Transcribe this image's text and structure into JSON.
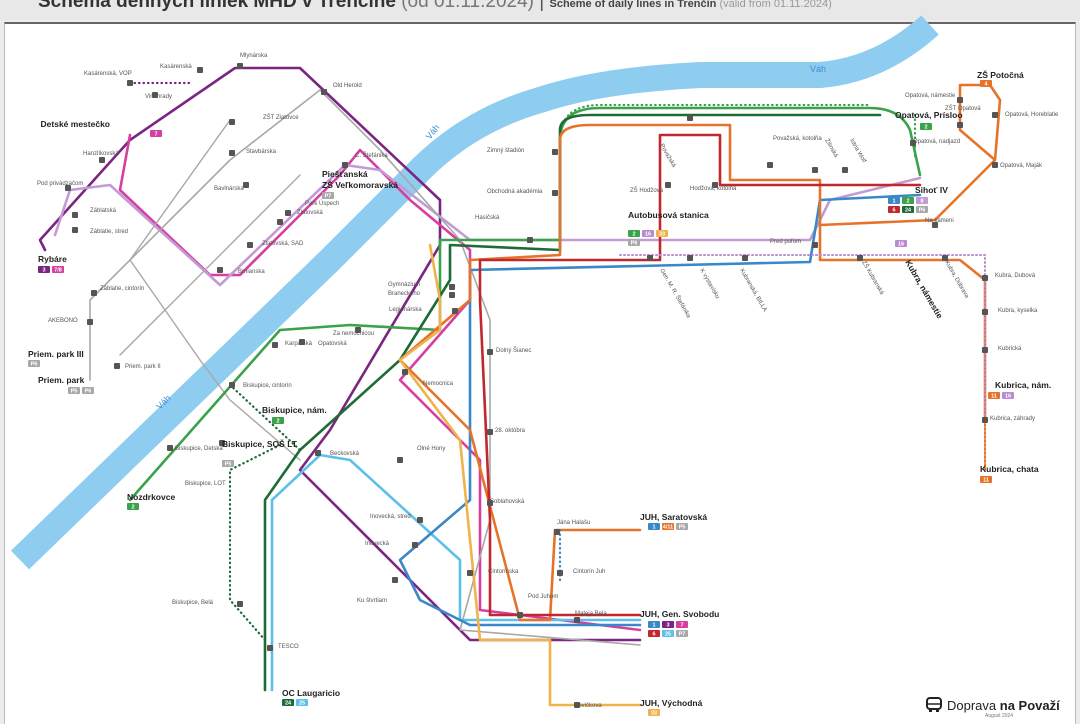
{
  "header": {
    "title_sk": "Schéma denných liniek MHD v Trenčíne",
    "valid_sk": "(od 01.11.2024)",
    "separator": "|",
    "title_en": "Scheme of daily lines in Trenčín",
    "valid_en": "(valid from 01.11.2024)"
  },
  "river": {
    "name": "Váh",
    "color": "#8ecdf0"
  },
  "line_colors": {
    "1": "#3a88c8",
    "2": "#3aa24a",
    "3": "#7a2680",
    "4": "#e5742a",
    "6": "#c0282d",
    "7": "#d63fa0",
    "8": "#c49ad6",
    "11": "#e5742a",
    "16": "#b98bd0",
    "24": "#1f6b37",
    "25": "#5cc0ea",
    "33": "#f0b24a",
    "P": "#a8a8a8"
  },
  "stations_major": [
    {
      "name": "Detské mestečko",
      "lines": [
        "7"
      ]
    },
    {
      "name": "Rybáre",
      "lines": [
        "3",
        "7/8"
      ]
    },
    {
      "name": "Piešťanská",
      "lines": []
    },
    {
      "name": "ZŠ Veľkomoravská",
      "lines": [
        "P7"
      ]
    },
    {
      "name": "Priem. park III",
      "lines": [
        "P6"
      ]
    },
    {
      "name": "Priem. park",
      "lines": [
        "P5",
        "P6"
      ]
    },
    {
      "name": "Biskupice, nám.",
      "lines": [
        "2"
      ]
    },
    {
      "name": "Biskupice, SOŠ LT",
      "lines": [
        "P5"
      ]
    },
    {
      "name": "Nozdrkovce",
      "lines": [
        "2"
      ]
    },
    {
      "name": "OC Laugaricio",
      "lines": [
        "24",
        "25"
      ]
    },
    {
      "name": "Autobusová stanica",
      "lines": [
        "2",
        "16",
        "33",
        "P6"
      ]
    },
    {
      "name": "Sihoť IV",
      "lines": [
        "1",
        "2",
        "8",
        "6",
        "24",
        "P6"
      ]
    },
    {
      "name": "ZŠ Potočná",
      "lines": [
        "4"
      ]
    },
    {
      "name": "Opatová, Prísloo",
      "lines": [
        "2"
      ]
    },
    {
      "name": "Kubra, námestie",
      "lines": [
        "16"
      ]
    },
    {
      "name": "Kubrica, nám.",
      "lines": [
        "11",
        "16"
      ]
    },
    {
      "name": "Kubrica, chata",
      "lines": [
        "11"
      ]
    },
    {
      "name": "JUH, Saratovská",
      "lines": [
        "1",
        "4/11",
        "P5"
      ]
    },
    {
      "name": "JUH, Gen. Svobodu",
      "lines": [
        "1",
        "3",
        "7",
        "6",
        "25",
        "P7"
      ]
    },
    {
      "name": "JUH, Východná",
      "lines": [
        "33"
      ]
    }
  ],
  "stations_minor": [
    "Kasárenská, VOP",
    "Kasárenská",
    "Mlynárska",
    "Vinohrady",
    "Old Herold",
    "ZŠT Zlatovce",
    "Hanzlíkovská",
    "Stavbárska",
    "C. Štefánika",
    "Pod privádzačom",
    "Bavlnárska",
    "Záblatská",
    "Záblatie, stred",
    "Park Úspech",
    "Zlatovská",
    "Zlatovská, SAD",
    "Brnianska",
    "Záblatie, cintorín",
    "AKEBONO",
    "Opatovská",
    "Priem. park II",
    "Biskupice, cintorín",
    "Karpatská",
    "Za nemocnicou",
    "Biskupice, Detská",
    "Biskupice, LOT",
    "Biskupice, Belá",
    "TESCO",
    "Beckovská",
    "Nemocnica",
    "Gymnázium",
    "Braneckého",
    "Legionárska",
    "Dolný Šianec",
    "28. októbra",
    "Soblahovská",
    "Olné Hony",
    "Inovecká, stred",
    "Inovecká",
    "Ku štvrtiam",
    "Cintorínska",
    "Cintorín Juh",
    "Pod Juhom",
    "Jána Halašu",
    "Mateja Bela",
    "Levičkova",
    "Zimný štadión",
    "Obchodná akadémia",
    "Hasičská",
    "Gen. M. R. Štefánika",
    "K výstavisku",
    "Kubranská, BILLA",
    "Pred poľom",
    "Považská",
    "Považská, kotolňa",
    "ZŠ Hodžova",
    "Hodžova, kotolňa",
    "Žilinská",
    "Istria Wolf",
    "Opatová, námestie",
    "ZŠT Opatová",
    "Opatová, Horeblatie",
    "Opatová, nadjazd",
    "Opatová, Maják",
    "Na kameni",
    "ZŠ Kubranská",
    "Kubra, Dúbrava",
    "Kubra, Dubová",
    "Kubra, kyselka",
    "Kubrická",
    "Kubrica, záhrady"
  ],
  "footer": {
    "logo_text_regular": "Doprava",
    "logo_text_bold": "na Považí",
    "date": "August 2024"
  }
}
